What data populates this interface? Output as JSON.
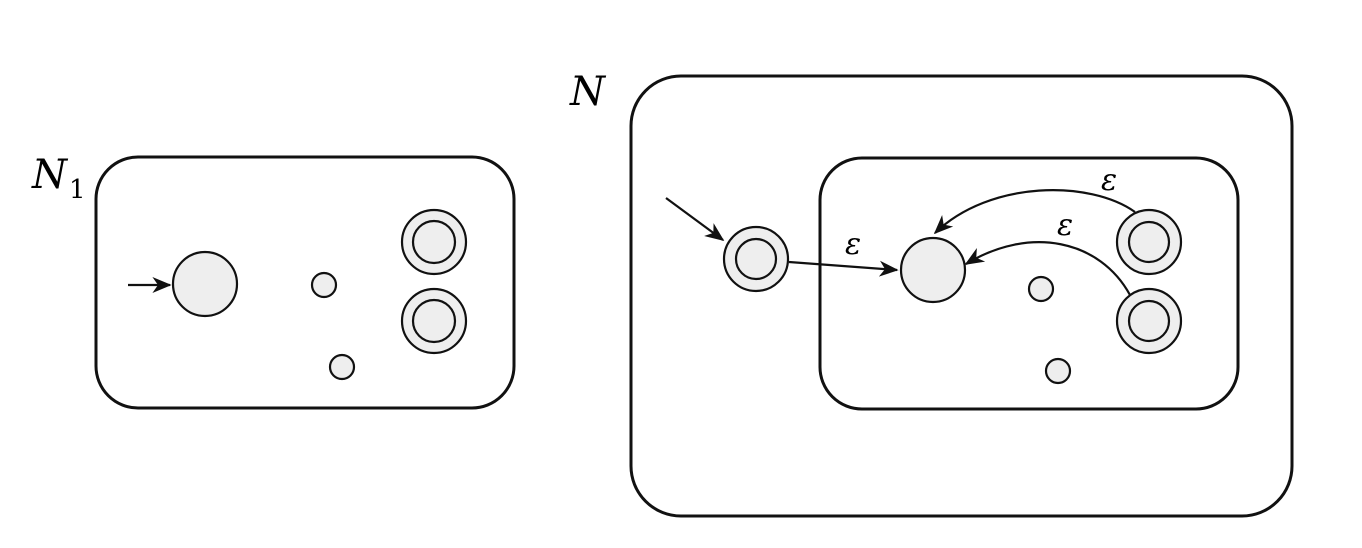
{
  "diagram": {
    "left": {
      "label": "N",
      "label_subscript": "1"
    },
    "right": {
      "label": "N",
      "edge_labels": [
        "ε",
        "ε",
        "ε"
      ]
    }
  },
  "colors": {
    "stroke": "#111111",
    "state_fill": "#eeeeee",
    "background": "#ffffff"
  }
}
